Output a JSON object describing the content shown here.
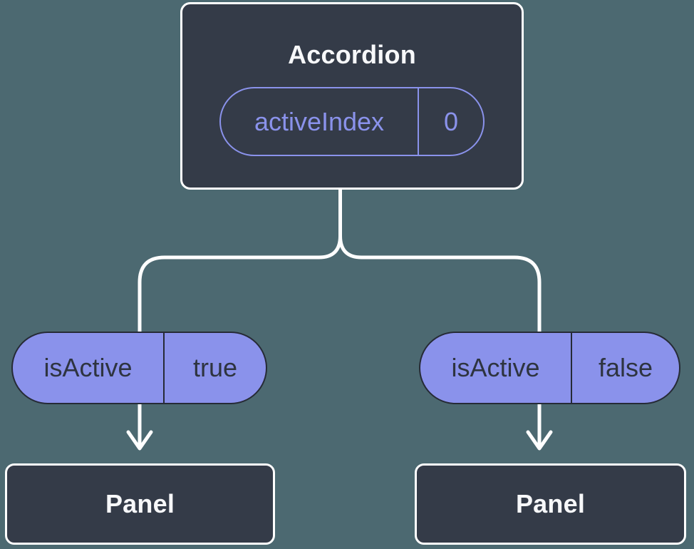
{
  "colors": {
    "background": "#4C6971",
    "node_fill": "#343B48",
    "node_border": "#FFFFFF",
    "node_text": "#F7F8FA",
    "accent_purple": "#8A92EB",
    "pill_dark_text": "#2E3440",
    "pill_dark_border": "#262B36",
    "connector": "#FFFFFF"
  },
  "tree": {
    "root": {
      "label": "Accordion",
      "prop": {
        "name": "activeIndex",
        "value": "0"
      }
    },
    "children": [
      {
        "label": "Panel",
        "prop": {
          "name": "isActive",
          "value": "true"
        }
      },
      {
        "label": "Panel",
        "prop": {
          "name": "isActive",
          "value": "false"
        }
      }
    ]
  }
}
